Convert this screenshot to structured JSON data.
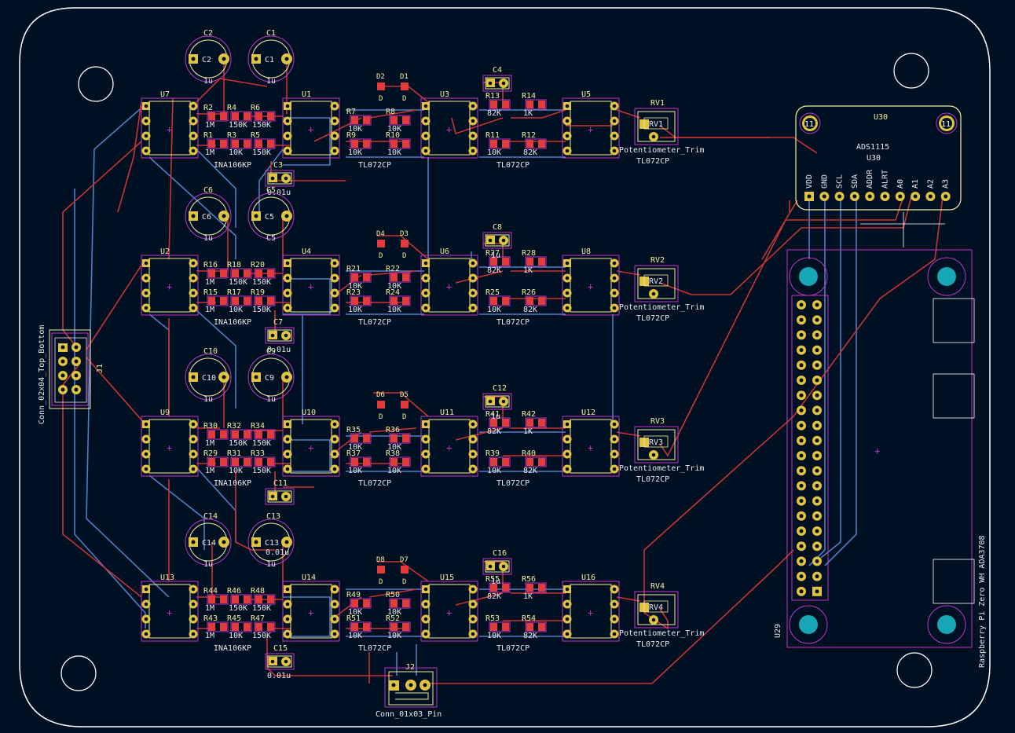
{
  "board": {
    "colors": {
      "background": "#001023",
      "outline": "#ffffff",
      "front_copper": "#c83434",
      "back_copper": "#4d7fc4",
      "pad": "#e0c341",
      "silkscreen": "#f2eda1",
      "courtyard": "#c433c4",
      "mount_pad": "#16a6b6"
    }
  },
  "rows": [
    {
      "caps_top": [
        {
          "ref": "C2",
          "value": "1u"
        },
        {
          "ref": "C1",
          "value": "1u"
        }
      ],
      "ina": {
        "ref": "U7",
        "value": "INA106KP"
      },
      "res_top": [
        {
          "ref": "R2",
          "value": "1M"
        },
        {
          "ref": "R4",
          "value": "150K"
        },
        {
          "ref": "R6",
          "value": "150K"
        }
      ],
      "res_bot": [
        {
          "ref": "R1",
          "value": "1M"
        },
        {
          "ref": "R3",
          "value": "10K"
        },
        {
          "ref": "R5",
          "value": "150K"
        }
      ],
      "buf": {
        "ref": "U1"
      },
      "bypass": {
        "ref": "C3",
        "value": "0.01u"
      },
      "diodes": [
        {
          "ref": "D2",
          "label": "D"
        },
        {
          "ref": "D1",
          "label": "D"
        }
      ],
      "mid_res": [
        {
          "ref": "R7",
          "value": "10K"
        },
        {
          "ref": "R8",
          "value": "10K"
        },
        {
          "ref": "R9",
          "value": "10K"
        },
        {
          "ref": "R10",
          "value": "10K"
        }
      ],
      "amp": {
        "ref": "U3",
        "value": "TL072CP"
      },
      "cap_top": {
        "ref": "C4",
        "value": ""
      },
      "out_res": [
        {
          "ref": "R13",
          "value": "82K"
        },
        {
          "ref": "R14",
          "value": "1K"
        },
        {
          "ref": "R11",
          "value": "10K"
        },
        {
          "ref": "R12",
          "value": "82K"
        }
      ],
      "out_amp": {
        "ref": "U5",
        "value": "TL072CP"
      },
      "pot": {
        "ref": "RV1",
        "value": "Potentiometer_Trim",
        "sub": "TL072CP"
      }
    },
    {
      "caps_top": [
        {
          "ref": "C6",
          "value": "1u"
        },
        {
          "ref": "C5",
          "value": "C5"
        }
      ],
      "ina": {
        "ref": "U2",
        "value": "INA106KP"
      },
      "res_top": [
        {
          "ref": "R16",
          "value": "1M"
        },
        {
          "ref": "R18",
          "value": "150K"
        },
        {
          "ref": "R20",
          "value": "150K"
        }
      ],
      "res_bot": [
        {
          "ref": "R15",
          "value": "1M"
        },
        {
          "ref": "R17",
          "value": "10K"
        },
        {
          "ref": "R19",
          "value": "150K"
        }
      ],
      "buf": {
        "ref": "U4"
      },
      "bypass": {
        "ref": "C7",
        "value": "0.01u"
      },
      "diodes": [
        {
          "ref": "D4",
          "label": "D"
        },
        {
          "ref": "D3",
          "label": "D"
        }
      ],
      "mid_res": [
        {
          "ref": "R21",
          "value": "10K"
        },
        {
          "ref": "R22",
          "value": "10K"
        },
        {
          "ref": "R23",
          "value": "10K"
        },
        {
          "ref": "R24",
          "value": "10K"
        }
      ],
      "amp": {
        "ref": "U6",
        "value": "TL072CP"
      },
      "cap_top": {
        "ref": "C8",
        "value": "1u"
      },
      "out_res": [
        {
          "ref": "R27",
          "value": "82K"
        },
        {
          "ref": "R28",
          "value": "1K"
        },
        {
          "ref": "R25",
          "value": "10K"
        },
        {
          "ref": "R26",
          "value": "82K"
        }
      ],
      "out_amp": {
        "ref": "U8",
        "value": "TL072CP"
      },
      "pot": {
        "ref": "RV2",
        "value": "Potentiometer_Trim",
        "sub": "TL072CP"
      }
    },
    {
      "caps_top": [
        {
          "ref": "C10",
          "value": "1u"
        },
        {
          "ref": "C9",
          "value": "1u"
        }
      ],
      "ina": {
        "ref": "U9",
        "value": "INA106KP"
      },
      "res_top": [
        {
          "ref": "R30",
          "value": "1M"
        },
        {
          "ref": "R32",
          "value": "150K"
        },
        {
          "ref": "R34",
          "value": "150K"
        }
      ],
      "res_bot": [
        {
          "ref": "R29",
          "value": "1M"
        },
        {
          "ref": "R31",
          "value": "10K"
        },
        {
          "ref": "R33",
          "value": "150K"
        }
      ],
      "buf": {
        "ref": "U10"
      },
      "bypass": {
        "ref": "C11",
        "value": ""
      },
      "diodes": [
        {
          "ref": "D6",
          "label": "D"
        },
        {
          "ref": "D5",
          "label": "D"
        }
      ],
      "mid_res": [
        {
          "ref": "R35",
          "value": "10K"
        },
        {
          "ref": "R36",
          "value": "10K"
        },
        {
          "ref": "R37",
          "value": "10K"
        },
        {
          "ref": "R38",
          "value": "10K"
        }
      ],
      "amp": {
        "ref": "U11",
        "value": "TL072CP"
      },
      "cap_top": {
        "ref": "C12",
        "value": "1u"
      },
      "out_res": [
        {
          "ref": "R41",
          "value": "82K"
        },
        {
          "ref": "R42",
          "value": "1K"
        },
        {
          "ref": "R39",
          "value": "10K"
        },
        {
          "ref": "R40",
          "value": "82K"
        }
      ],
      "out_amp": {
        "ref": "U12",
        "value": "TL072CP"
      },
      "pot": {
        "ref": "RV3",
        "value": "Potentiometer_Trim",
        "sub": "TL072CP"
      }
    },
    {
      "caps_top": [
        {
          "ref": "C14",
          "value": "1u"
        },
        {
          "ref": "C13",
          "value": "1u"
        }
      ],
      "ina": {
        "ref": "U13",
        "value": "INA106KP"
      },
      "res_top": [
        {
          "ref": "R44",
          "value": "1M"
        },
        {
          "ref": "R46",
          "value": "150K"
        },
        {
          "ref": "R48",
          "value": "150K"
        }
      ],
      "res_bot": [
        {
          "ref": "R43",
          "value": "1M"
        },
        {
          "ref": "R45",
          "value": "10K"
        },
        {
          "ref": "R47",
          "value": "150K"
        }
      ],
      "buf": {
        "ref": "U14"
      },
      "bypass": {
        "ref": "C15",
        "value": "0.01u"
      },
      "diodes": [
        {
          "ref": "D8",
          "label": "D"
        },
        {
          "ref": "D7",
          "label": "D"
        }
      ],
      "mid_res": [
        {
          "ref": "R49",
          "value": "10K"
        },
        {
          "ref": "R50",
          "value": "10K"
        },
        {
          "ref": "R51",
          "value": "10K"
        },
        {
          "ref": "R52",
          "value": "10K"
        }
      ],
      "amp": {
        "ref": "U15",
        "value": "TL072CP"
      },
      "cap_top": {
        "ref": "C16",
        "value": "1u"
      },
      "out_res": [
        {
          "ref": "R55",
          "value": "82K"
        },
        {
          "ref": "R56",
          "value": "1K"
        },
        {
          "ref": "R53",
          "value": "10K"
        },
        {
          "ref": "R54",
          "value": "82K"
        }
      ],
      "out_amp": {
        "ref": "U16",
        "value": "TL072CP"
      },
      "pot": {
        "ref": "RV4",
        "value": "Potentiometer_Trim",
        "sub": "TL072CP"
      }
    }
  ],
  "extra_labels": {
    "c13_value": "0.01u",
    "c3_value": "0.01u"
  },
  "j1": {
    "ref": "J1",
    "value": "Conn_02x04_Top_Bottom"
  },
  "j2": {
    "ref": "J2",
    "value": "Conn_01x03_Pin"
  },
  "adc": {
    "ref": "U30",
    "value": "ADS1115",
    "ref2": "U30",
    "mount_label": "11",
    "pins": [
      "VDD",
      "GND",
      "SCL",
      "SDA",
      "ADDR",
      "ALRT",
      "A0",
      "A1",
      "A2",
      "A3"
    ]
  },
  "pi": {
    "ref": "U29",
    "value": "Raspberry Pi Zero WH ADA3708"
  }
}
